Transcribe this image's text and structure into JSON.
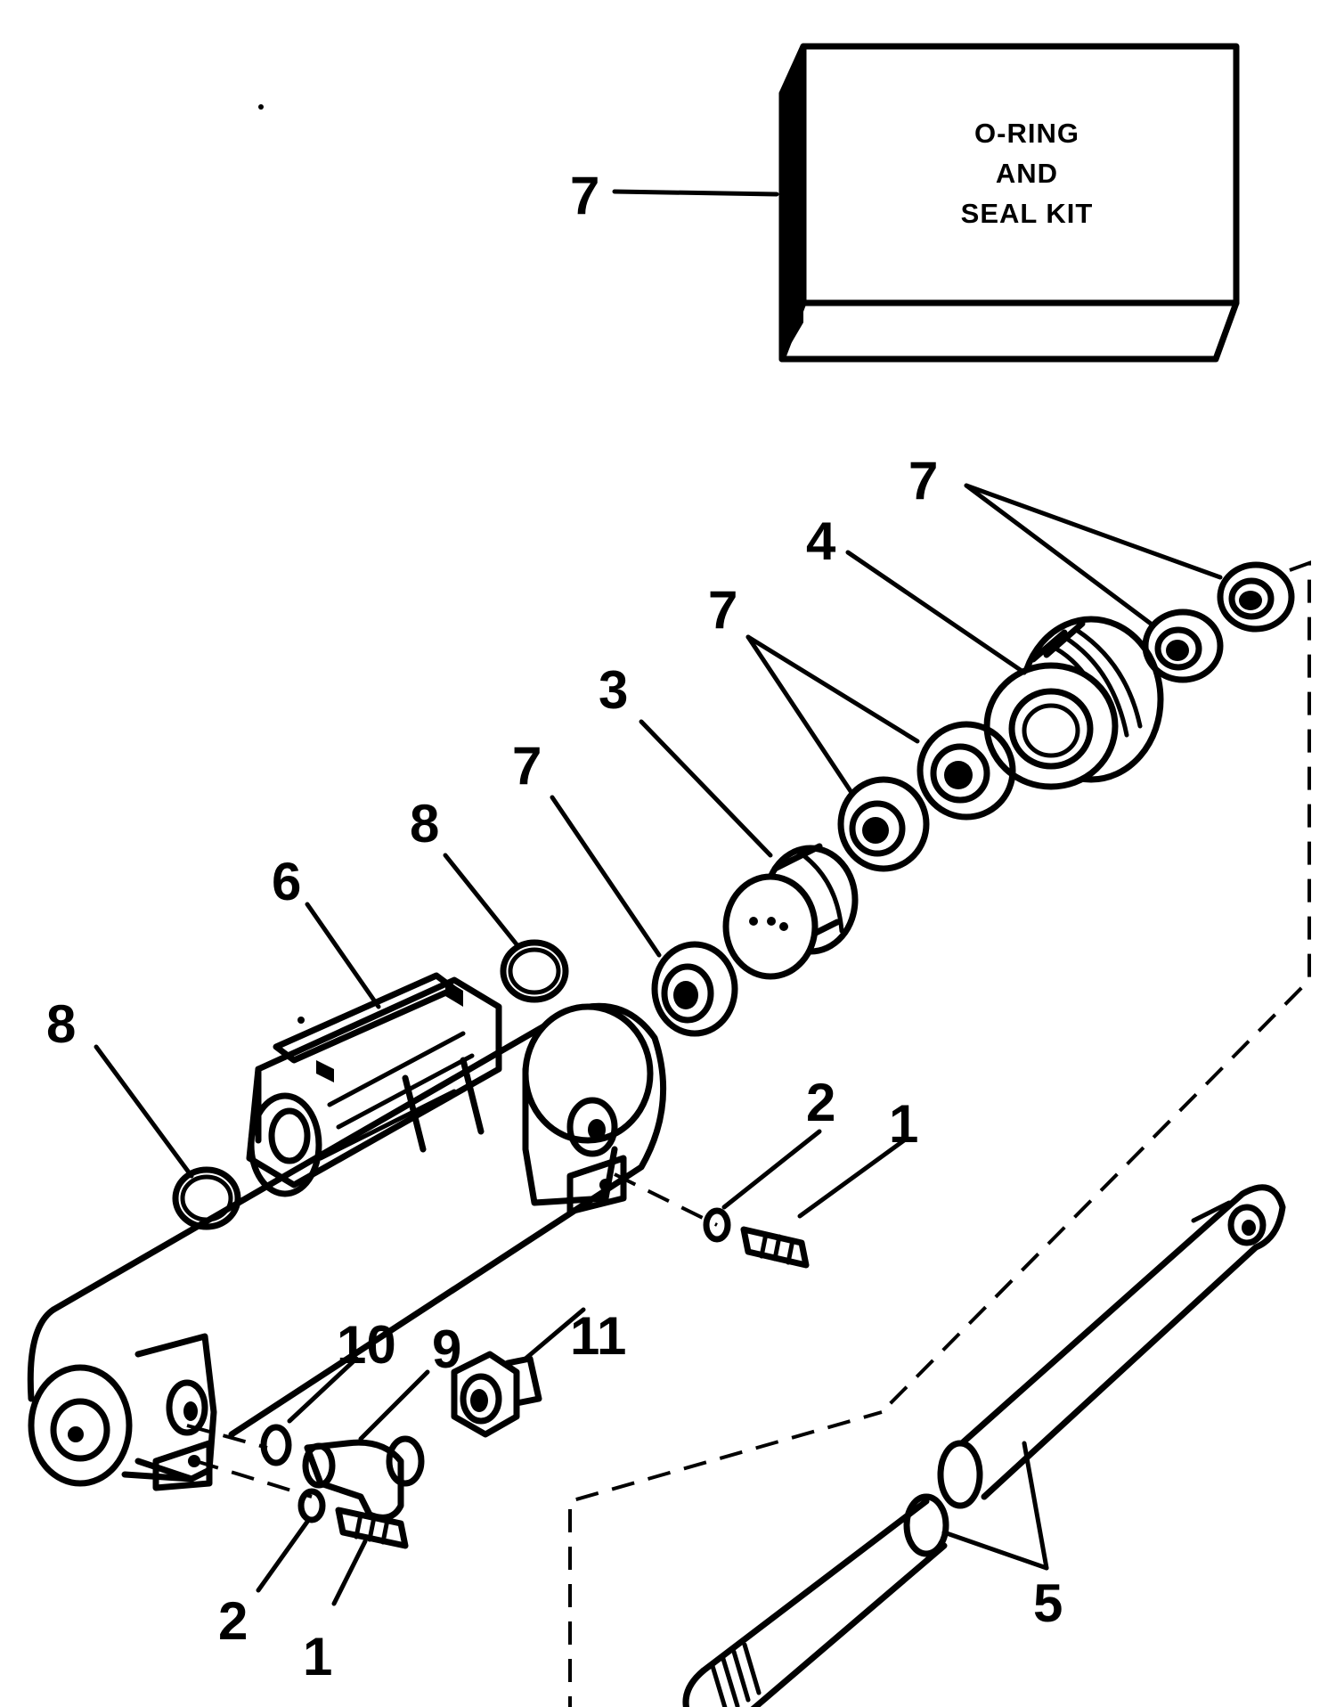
{
  "kit_box": {
    "line1": "O-RING",
    "line2": "AND",
    "line3": "SEAL KIT"
  },
  "callouts": {
    "kit": "7",
    "seal_top_far": "7",
    "gland": "4",
    "seals_mid": "7",
    "piston": "3",
    "seal_near_piston": "7",
    "oring_upper": "8",
    "manifold": "6",
    "oring_left": "8",
    "washer_right": "2",
    "fitting_right": "1",
    "washer_10": "10",
    "elbow": "9",
    "adapter": "11",
    "washer_bottom": "2",
    "fitting_bottom": "1",
    "rod": "5"
  }
}
